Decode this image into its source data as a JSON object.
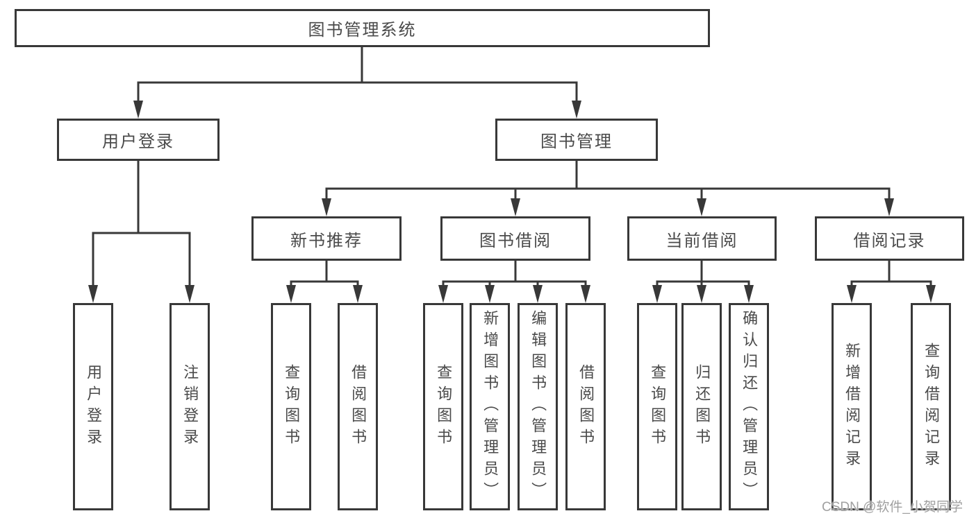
{
  "colors": {
    "line": "#383838",
    "box_border": "#383838",
    "box_fill": "#ffffff",
    "text": "#4a4a4a",
    "watermark": "#a0a0a0",
    "background": "#ffffff"
  },
  "diagram": {
    "root": {
      "label": "图书管理系统"
    },
    "level2": [
      {
        "label": "用户登录"
      },
      {
        "label": "图书管理"
      }
    ],
    "level3": [
      {
        "label": "新书推荐"
      },
      {
        "label": "图书借阅"
      },
      {
        "label": "当前借阅"
      },
      {
        "label": "借阅记录"
      }
    ],
    "level4": {
      "user_login": [
        {
          "label": "用户登录"
        },
        {
          "label": "注销登录"
        }
      ],
      "new_book_recommend": [
        {
          "label": "查询图书"
        },
        {
          "label": "借阅图书"
        }
      ],
      "book_borrow": [
        {
          "label": "查询图书"
        },
        {
          "label": "新增图书（管理员）"
        },
        {
          "label": "编辑图书（管理员）"
        },
        {
          "label": "借阅图书"
        }
      ],
      "current_borrow": [
        {
          "label": "查询图书"
        },
        {
          "label": "归还图书"
        },
        {
          "label": "确认归还（管理员）"
        }
      ],
      "borrow_record": [
        {
          "label": "新增借阅记录"
        },
        {
          "label": "查询借阅记录"
        }
      ]
    }
  },
  "watermark": {
    "text": "CSDN @软件_小贺同学"
  }
}
